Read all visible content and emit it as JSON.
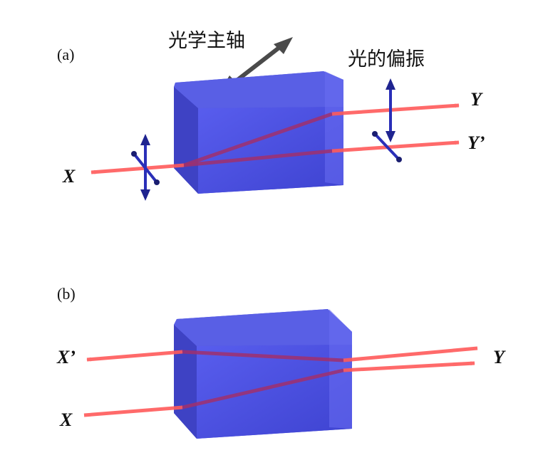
{
  "panel_a": {
    "label": "(a)",
    "optic_axis_label": "光学主轴",
    "polarization_label": "光的偏振",
    "ray_y": "Y",
    "ray_y_prime": "Y’",
    "ray_x": "X"
  },
  "panel_b": {
    "label": "(b)",
    "ray_x_prime": "X’",
    "ray_x": "X",
    "ray_y": "Y"
  },
  "colors": {
    "crystal_front": "#4f54e0",
    "crystal_top": "#6b6ff0",
    "crystal_side": "#3c40c8",
    "ray": "#ff5a5a",
    "ray_inside": "#a0306e",
    "axis_arrow": "#555555",
    "polarization_arrow": "#2a2fb8"
  }
}
